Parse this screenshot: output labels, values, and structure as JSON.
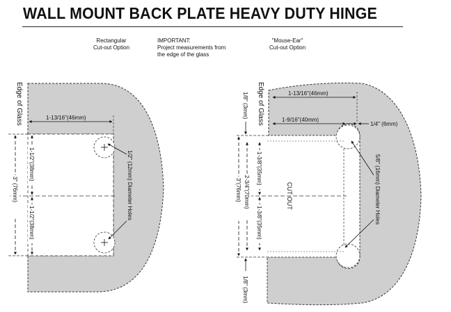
{
  "title": "WALL MOUNT BACK PLATE HEAVY DUTY HINGE",
  "left_caption": {
    "line1": "Rectangular",
    "line2": "Cut-out Option"
  },
  "note": {
    "line1": "IMPORTANT:",
    "line2": "Project measurements from",
    "line3": "the edge of the glass"
  },
  "right_caption": {
    "line1": "\"Mouse-Ear\"",
    "line2": "Cut-out Option"
  },
  "left_diagram": {
    "edge_label": "Edge of Glass",
    "width_dim": "1-13/16\"(46mm)",
    "upper_dim": "1-1/2\"(38mm)",
    "lower_dim": "1-1/2\"(38mm)",
    "total_dim": "3\" (76mm)",
    "hole_label": "1/2\" (12mm) Diameter Holes"
  },
  "right_diagram": {
    "edge_label": "Edge of Glass",
    "width_dim": "1-13/16\"(46mm)",
    "inner_width_dim": "1-9/16\"(40mm)",
    "ear_dim": "1/4\" (6mm)",
    "top_offset": "1/8\" (3mm)",
    "upper_dim": "1-3/8\"(35mm)",
    "lower_dim": "1-3/8\"(35mm)",
    "mid_dim": "2-3/4\"(70mm)",
    "total_dim": "3\"(76mm)",
    "bottom_offset": "1/8\" (3mm)",
    "cutout_label": "CUT OUT",
    "hole_label": "5/8\" (16mm) Diameter Holes"
  }
}
